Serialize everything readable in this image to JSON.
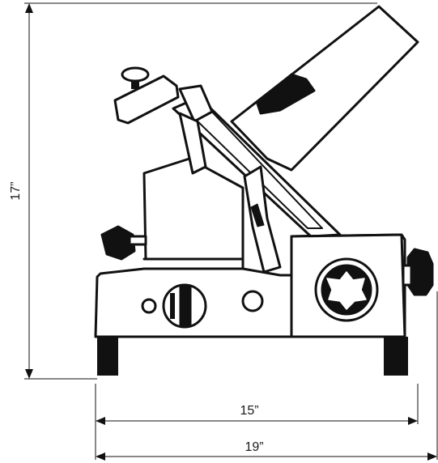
{
  "drawing": {
    "subject_icon": "meat-slicer-side-view",
    "ink_color": "#111111",
    "paper_color": "#ffffff"
  },
  "dimensions": {
    "height_label": "17”",
    "base_width_label": "15”",
    "overall_width_label": "19”"
  }
}
